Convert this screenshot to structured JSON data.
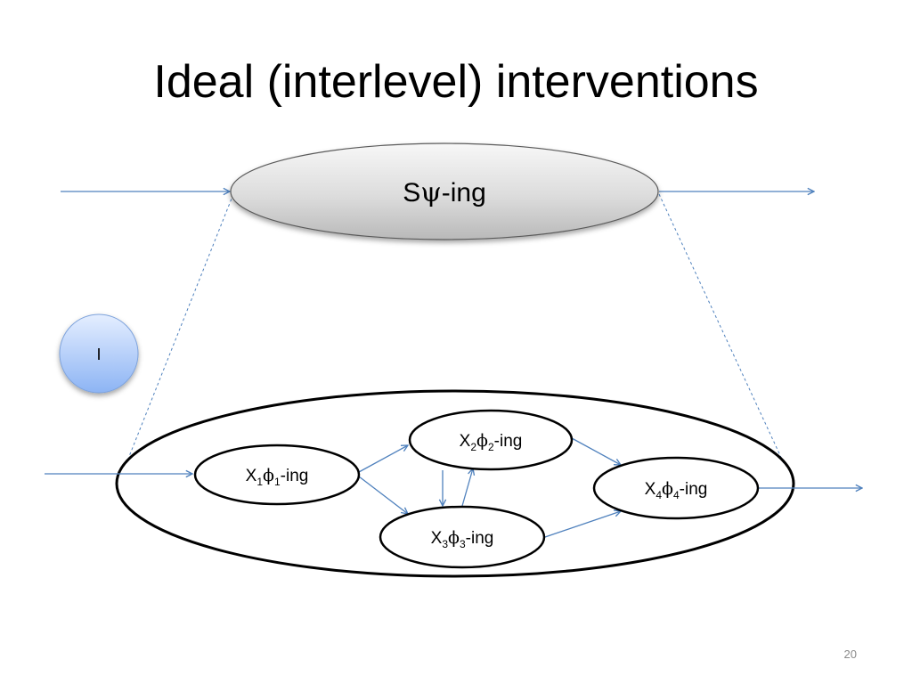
{
  "slide": {
    "title": "Ideal (interlevel) interventions",
    "page_number": "20"
  },
  "colors": {
    "arrow": "#4f81bd",
    "intervention_fill_top": "#dbe8ff",
    "intervention_fill_bottom": "#8fb6f5",
    "ellipse_stroke": "#000000"
  },
  "nodes": {
    "upper": {
      "prefix": "S",
      "greek": "ψ",
      "suffix": "-ing"
    },
    "intervention": {
      "label": "I"
    },
    "x1": {
      "letter": "X",
      "sub1": "1",
      "greek": "ϕ",
      "sub2": "1",
      "suffix": "-ing"
    },
    "x2": {
      "letter": "X",
      "sub1": "2",
      "greek": "ϕ",
      "sub2": "2",
      "suffix": "-ing"
    },
    "x3": {
      "letter": "X",
      "sub1": "3",
      "greek": "ϕ",
      "sub2": "3",
      "suffix": "-ing"
    },
    "x4": {
      "letter": "X",
      "sub1": "4",
      "greek": "ϕ",
      "sub2": "4",
      "suffix": "-ing"
    }
  },
  "edges": [
    {
      "from": "input-upper",
      "to": "upper"
    },
    {
      "from": "upper",
      "to": "output-upper"
    },
    {
      "from": "input-lower",
      "to": "x1"
    },
    {
      "from": "x1",
      "to": "x2"
    },
    {
      "from": "x1",
      "to": "x3"
    },
    {
      "from": "x2",
      "to": "x3"
    },
    {
      "from": "x3",
      "to": "x2"
    },
    {
      "from": "x2",
      "to": "x4"
    },
    {
      "from": "x3",
      "to": "x4"
    },
    {
      "from": "x4",
      "to": "output-lower"
    }
  ]
}
